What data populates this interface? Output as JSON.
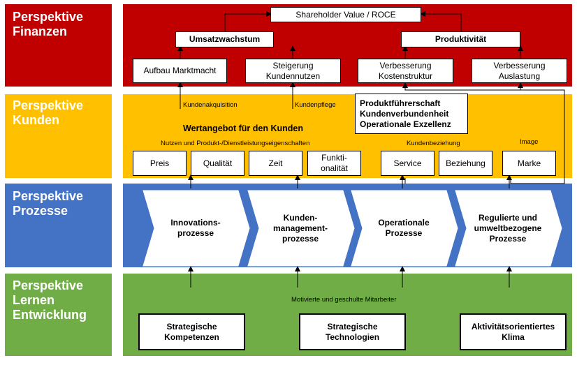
{
  "perspectives": {
    "finanzen": "Perspektive\nFinanzen",
    "kunden": "Perspektive\nKunden",
    "prozesse": "Perspektive\nProzesse",
    "lernen": "Perspektive\nLernen\nEntwicklung"
  },
  "colors": {
    "finanzen": "#c00000",
    "kunden": "#ffc000",
    "prozesse": "#4472c4",
    "lernen": "#70ad47"
  },
  "finanzen": {
    "top": "Shareholder  Value / ROCE",
    "umsatz": "Umsatzwachstum",
    "produktivitaet": "Produktivität",
    "aufbau": "Aufbau Marktmacht",
    "steigerung": "Steigerung\nKundennutzen",
    "kostenstruktur": "Verbesserung\nKostenstruktur",
    "auslastung": "Verbesserung\nAuslastung"
  },
  "kunden": {
    "kundenakquisition": "Kundenakquisition",
    "kundenpflege": "Kundenpflege",
    "strategies": "Produktführerschaft\nKundenverbundenheit\nOperationale Exzellenz",
    "wertangebot": "Wertangebot für den Kunden",
    "nutzen": "Nutzen und Produkt-/Dienstleistungseigenschaften",
    "kundenbeziehung": "Kundenbeziehung",
    "image": "Image",
    "preis": "Preis",
    "qualitaet": "Qualität",
    "zeit": "Zeit",
    "funktionalitaet": "Funkti-\nonalität",
    "service": "Service",
    "beziehung": "Beziehung",
    "marke": "Marke"
  },
  "prozesse": {
    "innovation": "Innovations-\nprozesse",
    "kundenmanagement": "Kunden-\nmanagement-\nprozesse",
    "operational": "Operationale\nProzesse",
    "reguliert": "Regulierte und\numweltbezogene\nProzesse"
  },
  "lernen": {
    "motiviert": "Motivierte und geschulte Mitarbeiter",
    "kompetenzen": "Strategische\nKompetenzen",
    "technologien": "Strategische\nTechnologien",
    "klima": "Aktivitätsorientiertes\nKlima"
  }
}
